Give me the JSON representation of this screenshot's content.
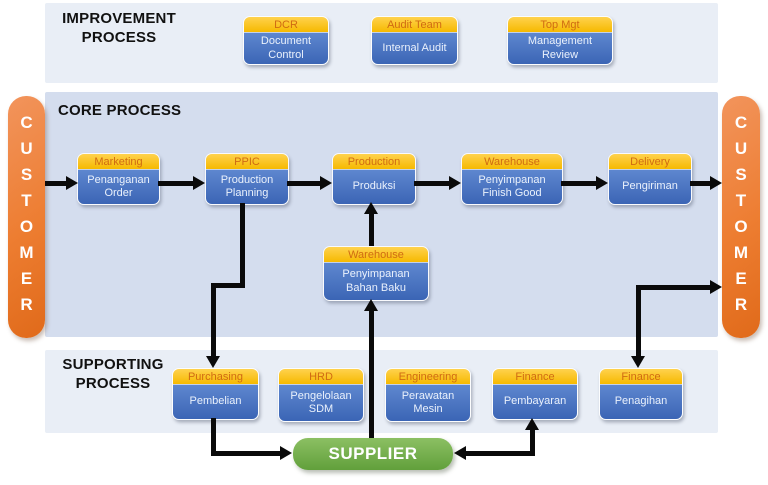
{
  "colors": {
    "panel_light": "#E9EEF6",
    "panel_core": "#D4DDEE",
    "box_body_blue": "#4472C4",
    "box_header_yellow": "#FFC000",
    "box_header_text": "#D06B12",
    "customer_orange": "#ED7D31",
    "supplier_green": "#70AD47",
    "arrow_black": "#0A0A0A"
  },
  "improvement": {
    "title": "IMPROVEMENT PROCESS",
    "boxes": [
      {
        "dept": "DCR",
        "label": "Document Control"
      },
      {
        "dept": "Audit Team",
        "label": "Internal Audit"
      },
      {
        "dept": "Top Mgt",
        "label": "Management Review"
      }
    ]
  },
  "core": {
    "title": "CORE PROCESS",
    "boxes": [
      {
        "dept": "Marketing",
        "label": "Penanganan Order"
      },
      {
        "dept": "PPIC",
        "label": "Production Planning"
      },
      {
        "dept": "Production",
        "label": "Produksi"
      },
      {
        "dept": "Warehouse",
        "label": "Penyimpanan Finish Good"
      },
      {
        "dept": "Delivery",
        "label": "Pengiriman"
      }
    ],
    "raw_material_box": {
      "dept": "Warehouse",
      "label": "Penyimpanan Bahan Baku"
    }
  },
  "supporting": {
    "title": "SUPPORTING PROCESS",
    "boxes": [
      {
        "dept": "Purchasing",
        "label": "Pembelian"
      },
      {
        "dept": "HRD",
        "label": "Pengelolaan SDM"
      },
      {
        "dept": "Engineering",
        "label": "Perawatan Mesin"
      },
      {
        "dept": "Finance",
        "label": "Pembayaran"
      },
      {
        "dept": "Finance",
        "label": "Penagihan"
      }
    ]
  },
  "customer_left": {
    "label": "CUSTOMER"
  },
  "customer_right": {
    "label": "CUSTOMER"
  },
  "supplier": {
    "label": "SUPPLIER"
  }
}
